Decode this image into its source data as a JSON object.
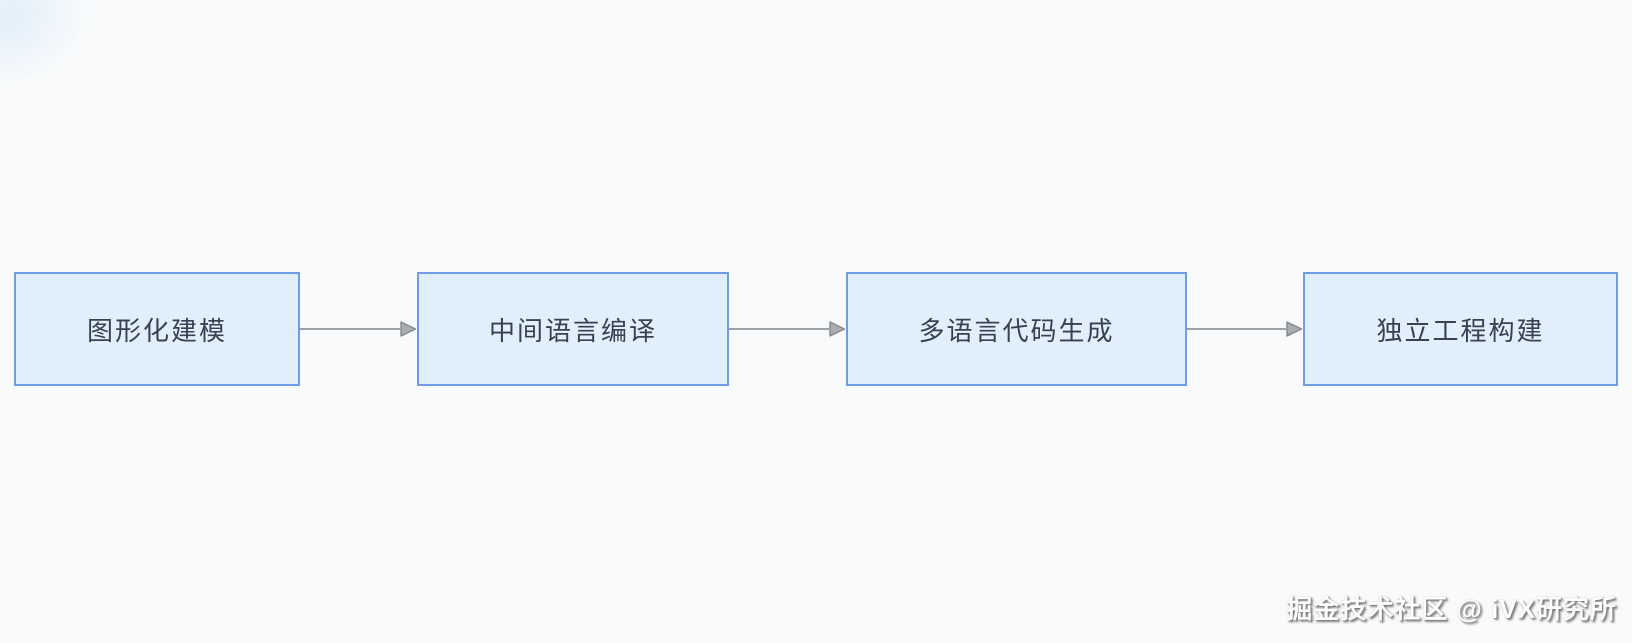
{
  "page": {
    "background": "#f8fafb"
  },
  "diagram": {
    "type": "flowchart",
    "direction": "left-to-right",
    "nodes": [
      {
        "label": "图形化建模"
      },
      {
        "label": "中间语言编译"
      },
      {
        "label": "多语言代码生成"
      },
      {
        "label": "独立工程构建"
      }
    ],
    "edges": [
      {
        "from": "图形化建模",
        "to": "中间语言编译"
      },
      {
        "from": "中间语言编译",
        "to": "多语言代码生成"
      },
      {
        "from": "多语言代码生成",
        "to": "独立工程构建"
      }
    ],
    "colors": {
      "node_fill": "#e1eefb",
      "node_border": "#6f9ce6",
      "node_text": "#39424e",
      "arrow_line": "#9aa0a6",
      "arrowhead_fill": "#a9adb2",
      "arrowhead_stroke": "#84888d"
    }
  },
  "watermark": {
    "text": "掘金技术社区 @ iVX研究所"
  }
}
